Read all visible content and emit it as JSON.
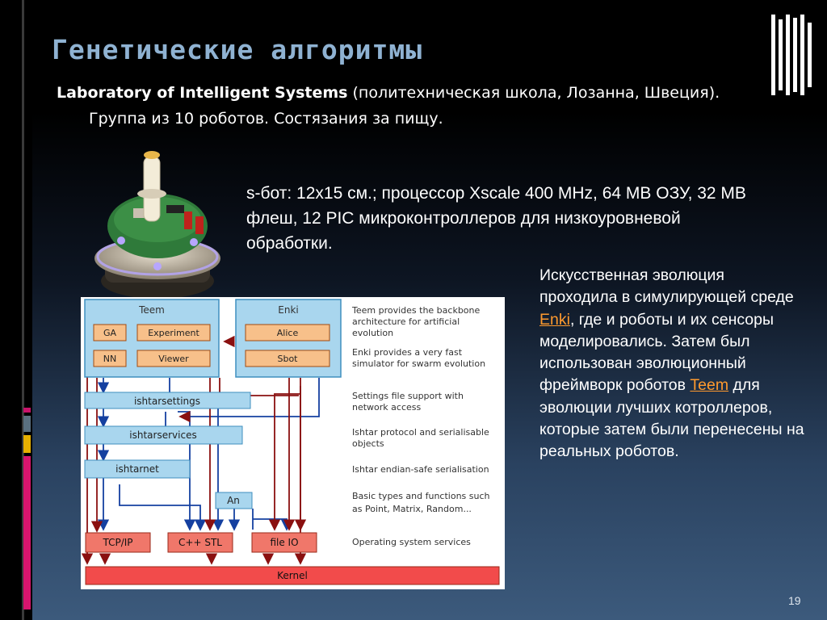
{
  "slide": {
    "title": "Генетические алгоритмы",
    "lab_name": "Laboratory of Intelligent Systems",
    "lab_location": " (политехническая школа, Лозанна, Швеция).",
    "subtitle2": "Группа из 10 роботов. Состязания за пищу.",
    "spec_text": "s-бот: 12x15 см.; процессор Xscale 400 MHz, 64 MB ОЗУ, 32 MB флеш, 12 PIC микроконтроллеров для низкоуровневой обработки.",
    "evo_part1": "Искусственная эволюция проходила в симулирующей среде ",
    "evo_link1": "Enki",
    "evo_part2": ", где и роботы и их сенсоры моделировались. Затем был использован эволюционный фреймворк роботов ",
    "evo_link2": "Teem",
    "evo_part3": " для эволюции лучших котроллеров, которые затем были перенесены на реальных роботов.",
    "page_number": "19",
    "link_color": "#ff9a2e",
    "title_color": "#8fb2d2"
  },
  "diagram": {
    "teem": {
      "title": "Teem",
      "ga": "GA",
      "experiment": "Experiment",
      "nn": "NN",
      "viewer": "Viewer"
    },
    "enki": {
      "title": "Enki",
      "alice": "Alice",
      "sbot": "Sbot"
    },
    "layers": {
      "ishtarsettings": "ishtarsettings",
      "ishtarservices": "ishtarservices",
      "ishtarnet": "ishtarnet",
      "an": "An",
      "tcpip": "TCP/IP",
      "cpp_stl": "C++ STL",
      "file_io": "file IO",
      "kernel": "Kernel"
    },
    "notes": {
      "n1a": "Teem provides the backbone",
      "n1b": "architecture for artificial",
      "n1c": "evolution",
      "n2a": "Enki provides a very fast",
      "n2b": "simulator for swarm evolution",
      "n3a": "Settings file support with",
      "n3b": "network access",
      "n4a": "Ishtar protocol and serialisable",
      "n4b": "objects",
      "n5": "Ishtar endian-safe serialisation",
      "n6a": "Basic types and functions such",
      "n6b": "as Point, Matrix, Random...",
      "n7": "Operating system services"
    }
  }
}
